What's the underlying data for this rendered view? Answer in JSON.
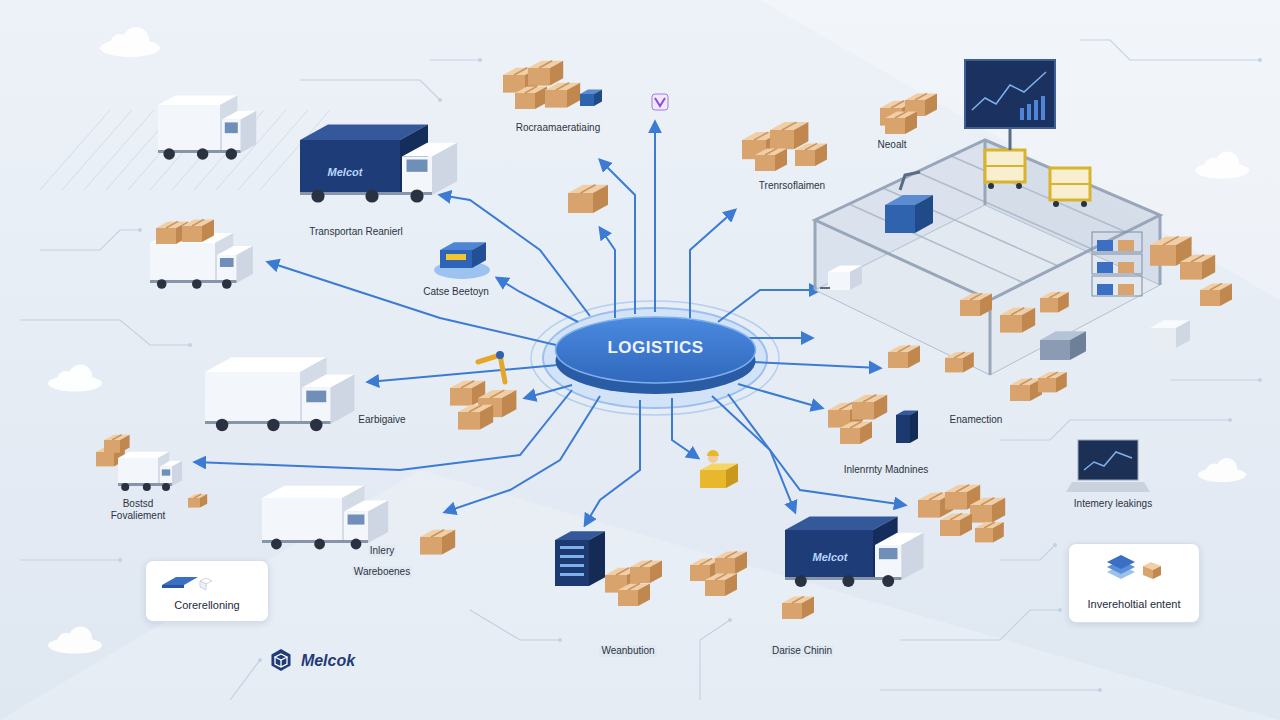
{
  "diagram": {
    "nodes": [
      {
        "text": [
          "LOGISTICS"
        ]
      },
      {
        "text": [
          "Corerelloning"
        ]
      },
      {
        "text": [
          "Invereholtial entent"
        ]
      }
    ],
    "labels": [
      "Rocraamaeratiaing",
      "Neoalt",
      "Trenrsoflaimen",
      "Melcot",
      "Transportan Reanierl",
      "Catse Beetoyn",
      "Earbigaive",
      "Enamection",
      "Inlenrnty Madnines",
      "Intemery leakings",
      "Bostsd Fovaliement",
      "Inlery",
      "Wareboenes",
      "Melcot",
      "Weanbution",
      "Darise Chinin",
      "Melcok"
    ]
  }
}
